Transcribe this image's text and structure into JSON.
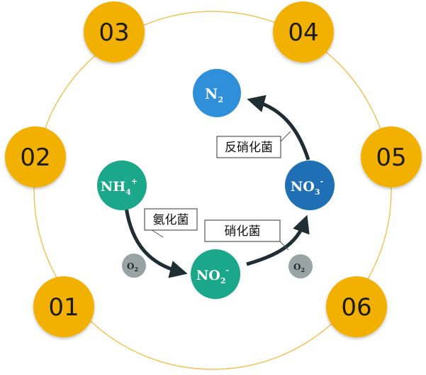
{
  "ring_numbers": [
    "01",
    "02",
    "03",
    "04",
    "05",
    "06"
  ],
  "molecules": {
    "n2": {
      "base": "N",
      "sub": "2",
      "sup": ""
    },
    "nh4": {
      "base": "NH",
      "sub": "4",
      "sup": "+"
    },
    "no2": {
      "base": "NO",
      "sub": "2",
      "sup": "-"
    },
    "no3": {
      "base": "NO",
      "sub": "3",
      "sup": "-"
    }
  },
  "oxygen": {
    "base": "O",
    "sub": "2"
  },
  "labels": {
    "ammonification": "氨化菌",
    "nitrification": "硝化菌",
    "denitrification": "反硝化菌"
  },
  "colors": {
    "gold": "#F2B100",
    "ring": "#F0C45A",
    "n2": "#2F8FD8",
    "nh4": "#1AA78A",
    "no2": "#1AA78A",
    "no3": "#1F6FB5",
    "o2": "#9AA3A3",
    "arrow": "#1E2E33"
  }
}
